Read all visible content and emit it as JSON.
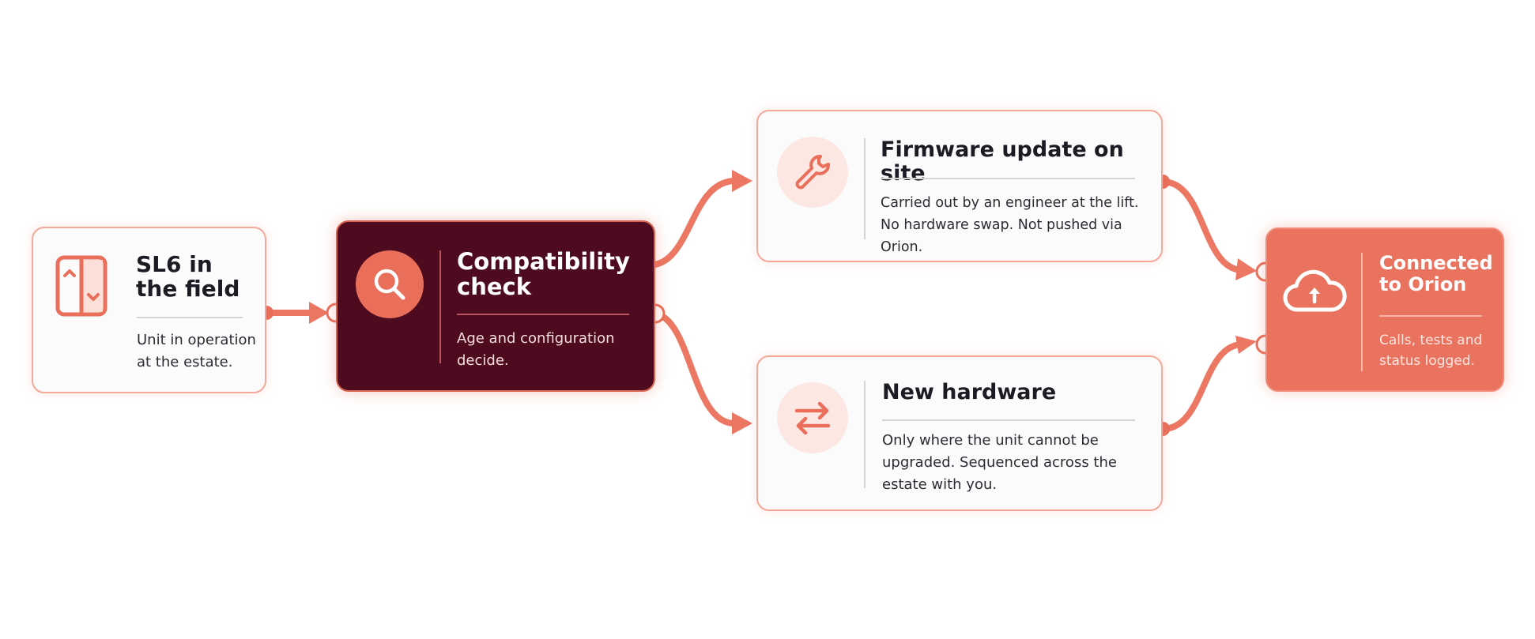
{
  "colors": {
    "accent": "#e9735e",
    "dark_card": "#4e0a1e",
    "light_card_border": "#f3a89a",
    "icon_bg": "#fce7e3",
    "title_text": "#1e1a24"
  },
  "nodes": {
    "sl6": {
      "icon": "lift-doors-icon",
      "title": "SL6 in\nthe field",
      "description": "Unit in operation\nat the estate."
    },
    "compat": {
      "icon": "search-icon",
      "title": "Compatibility\ncheck",
      "description": "Age and configuration\ndecide."
    },
    "firmware": {
      "icon": "wrench-icon",
      "title": "Firmware update on site",
      "description": "Carried out by an engineer at the lift.\nNo hardware swap. Not pushed via Orion."
    },
    "hardware": {
      "icon": "swap-arrows-icon",
      "title": "New hardware",
      "description": "Only where the unit cannot be\nupgraded. Sequenced across the\nestate with you."
    },
    "orion": {
      "icon": "cloud-upload-icon",
      "title": "Connected\nto Orion",
      "description": "Calls, tests and\nstatus logged."
    }
  },
  "edges": [
    {
      "from": "sl6",
      "to": "compat"
    },
    {
      "from": "compat",
      "to": "firmware"
    },
    {
      "from": "compat",
      "to": "hardware"
    },
    {
      "from": "firmware",
      "to": "orion"
    },
    {
      "from": "hardware",
      "to": "orion"
    }
  ]
}
